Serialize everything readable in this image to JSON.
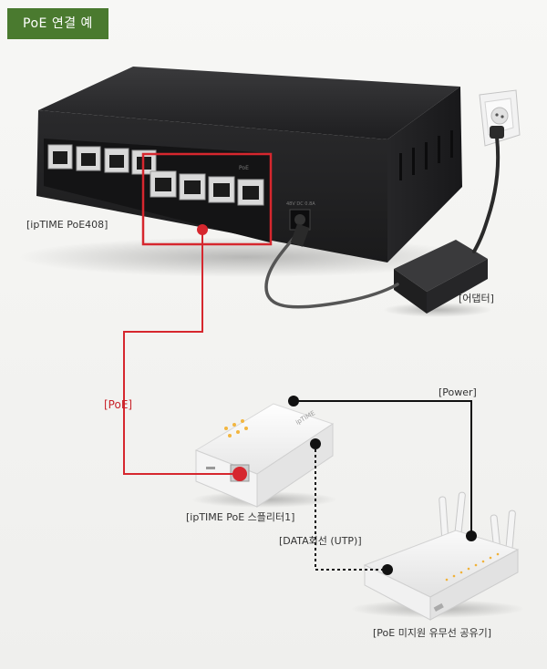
{
  "title": "PoE 연결 예",
  "labels": {
    "switch": "[ipTIME PoE408]",
    "adapter": "[어댑터]",
    "poe": "[PoE]",
    "power": "[Power]",
    "splitter": "[ipTIME PoE 스플리터1]",
    "data_line": "[DATA회선 (UTP)]",
    "router": "[PoE 미지원 유무선 공유기]"
  },
  "device_text": {
    "switch_port_caption": "PoE",
    "switch_power_caption": "48V DC 0.8A",
    "splitter_brand": "ipTIME"
  },
  "colors": {
    "title_bg": "#4a7a2f",
    "poe_highlight": "#d6272e",
    "cable_black": "#111111",
    "switch_body": "#2c2c2e"
  }
}
